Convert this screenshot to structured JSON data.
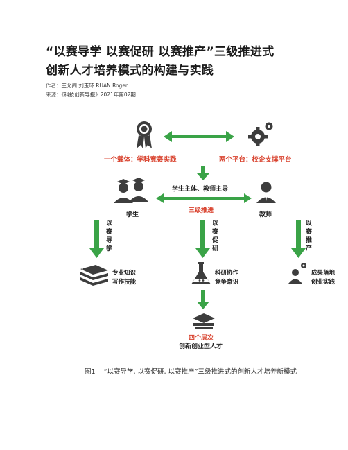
{
  "title": {
    "line1": "“以赛导学 以赛促研 以赛推产”三级推进式",
    "line2": "创新人才培养模式的构建与实践"
  },
  "meta": {
    "author_label": "作者：",
    "authors": "王允闻 刘玉环 RUAN Roger",
    "source_label": "来源：",
    "source": "《科技创新导报》2021年第02期"
  },
  "diagram": {
    "carrier": "一个载体：学科竞赛实践",
    "platform": "两个平台：校企支撑平台",
    "main_body": "学生主体、教师主导",
    "three_level": "三级推进",
    "student": "学生",
    "teacher": "教师",
    "left_vertical": [
      "以",
      "赛",
      "导",
      "学"
    ],
    "mid_vertical": [
      "以",
      "赛",
      "促",
      "研"
    ],
    "right_vertical": [
      "以",
      "赛",
      "推",
      "产"
    ],
    "left_result": [
      "专业知识",
      "写作技能"
    ],
    "mid_result": [
      "科研协作",
      "竞争意识"
    ],
    "right_result": [
      "成果落地",
      "创业实践"
    ],
    "four_level": "四个层次",
    "talent": "创新创业型人才"
  },
  "caption": {
    "figure": "图1",
    "text": "“以赛导学, 以赛促研, 以赛推产”三级推进式的创新人才培养新模式"
  },
  "colors": {
    "green": "#3aa347",
    "red": "#d9432f",
    "icon": "#3d3d3d"
  }
}
